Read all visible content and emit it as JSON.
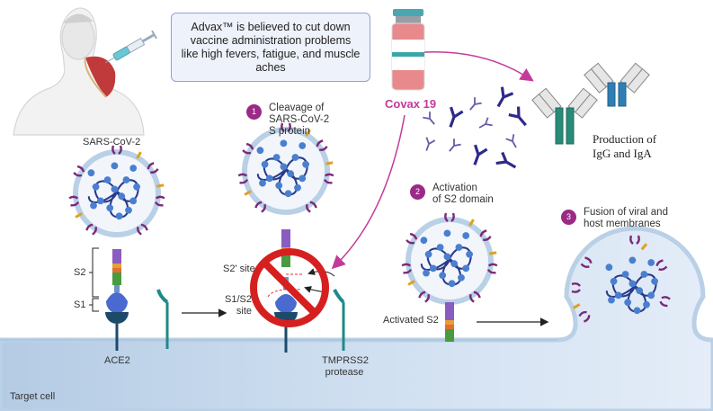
{
  "figure": {
    "callout_text": "Advax™ is believed to cut down vaccine administration problems like high fevers, fatigue, and muscle aches",
    "vaccine_label": "Covax 19",
    "antibody_production_label_line1": "Production of",
    "antibody_production_label_line2": "IgG and IgA",
    "virus_label": "SARS-CoV-2",
    "s2_label": "S2",
    "s1_label": "S1",
    "ace2_label": "ACE2",
    "tmprss2_label_line1": "TMPRSS2",
    "tmprss2_label_line2": "protease",
    "target_cell_label": "Target cell",
    "s2_prime_site_label": "S2' site",
    "s1s2_site_label_line1": "S1/S2",
    "s1s2_site_label_line2": "site",
    "activated_s2_label": "Activated S2",
    "steps": [
      {
        "number": "1",
        "line1": "Cleavage of",
        "line2": "SARS-CoV-2",
        "line3": "S protein"
      },
      {
        "number": "2",
        "line1": "Activation",
        "line2": "of S2 domain"
      },
      {
        "number": "3",
        "line1": "Fusion of viral and",
        "line2": "host membranes"
      }
    ]
  },
  "colors": {
    "accent_pink": "#c43a9a",
    "step_badge": "#9b2a86",
    "spike_purple": "#7a2a7a",
    "membrane": "#b9d0e6",
    "cell_fill": "#c7d9ee",
    "prohibition_red": "#d62020",
    "igg_teal": "#2a8a78",
    "iga_blue": "#2f7fb5",
    "antibody_indigo": "#3a2a8a"
  }
}
